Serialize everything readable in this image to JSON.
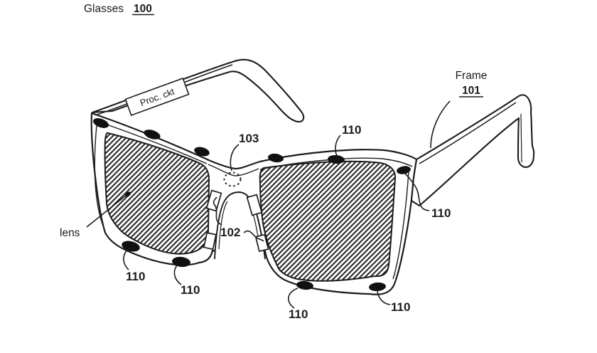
{
  "page": {
    "background": "#ffffff",
    "line_color": "#1c1c1c"
  },
  "title": {
    "label": "Glasses",
    "ref": "100"
  },
  "annotations": {
    "frame": {
      "label": "Frame",
      "ref": "101"
    },
    "proc_ckt": "Proc. ckt",
    "lens": "lens",
    "bridge_ref": "102",
    "nose_sensor_ref": "103",
    "sensor_refs": [
      "110",
      "110",
      "110",
      "110",
      "110",
      "110"
    ]
  }
}
